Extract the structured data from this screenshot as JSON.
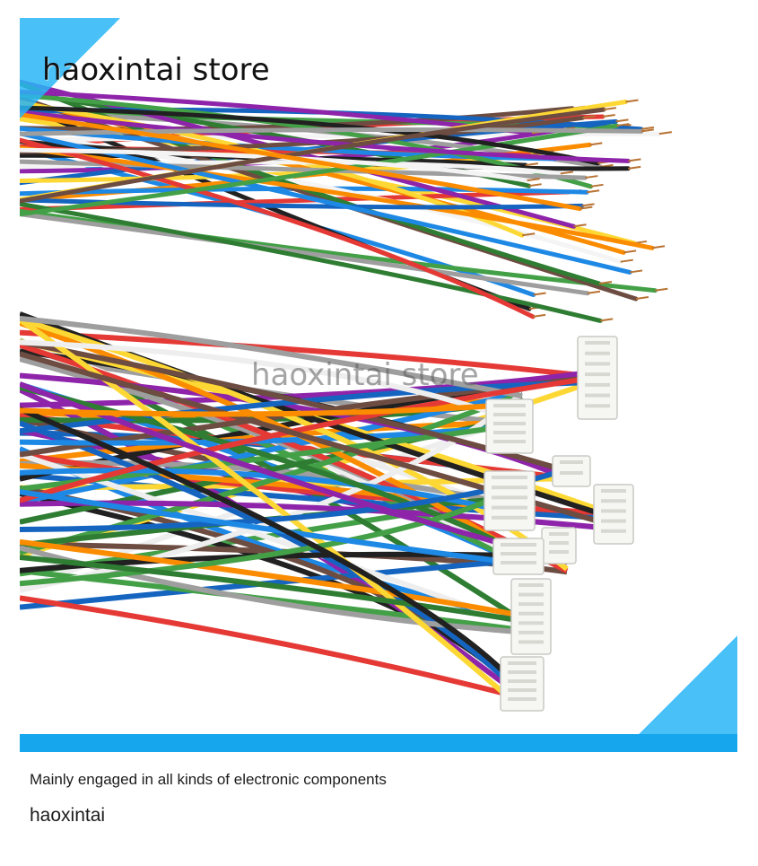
{
  "watermark": {
    "top": "haoxintai store",
    "middle": "haoxintai store"
  },
  "footer": {
    "tagline": "Mainly engaged in all kinds of electronic components",
    "brand": "haoxintai"
  },
  "colors": {
    "accent_blue": "#15a6ee",
    "corner_blue": "#29b6f6",
    "wires": [
      "#e53935",
      "#1e88e5",
      "#fdd835",
      "#43a047",
      "#212121",
      "#ffffff",
      "#8e24aa",
      "#9e9e9e",
      "#6d4c41",
      "#fb8c00",
      "#1565c0",
      "#2e7d32"
    ]
  },
  "product_photo": {
    "subject": "jst-wire-harness-bundle",
    "upper_group": "stripped-end-wires",
    "lower_group": "white-connector-housings"
  }
}
